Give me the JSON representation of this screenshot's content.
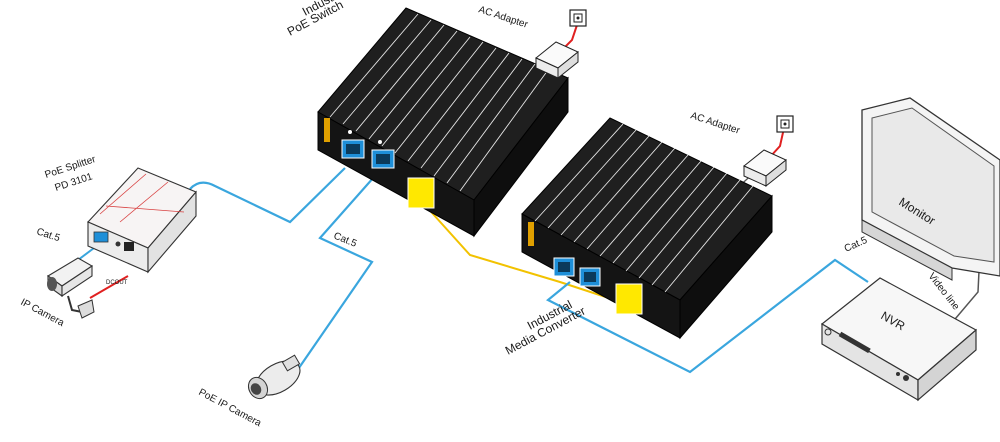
{
  "labels": {
    "switch_line1": "Industrial",
    "switch_line2": "PoE Switch",
    "adapter1": "AC Adapter",
    "adapter2": "AC Adapter",
    "splitter_line1": "PoE Splitter",
    "splitter_line2": "PD 3101",
    "cat5_left": "Cat.5",
    "cat5_mid": "Cat.5",
    "cat5_right": "Cat.5",
    "dcout": "DCOUT",
    "ip_camera": "IP Camera",
    "poe_ip_camera": "PoE IP Camera",
    "converter_line1": "Industrial",
    "converter_line2": "Media Converter",
    "monitor": "Monitor",
    "video_line": "Video line",
    "nvr": "NVR"
  },
  "colors": {
    "ethernet_cable": "#3aa6de",
    "fiber_cable": "#f2c200",
    "power_cable": "#e02020",
    "device_body": "#161616",
    "port_highlight": "#1e8fd8",
    "sfp_port": "#ffe800"
  },
  "icons": [
    "poe-switch-icon",
    "media-converter-icon",
    "ac-adapter-icon",
    "wall-outlet-icon",
    "poe-splitter-icon",
    "ip-camera-icon",
    "poe-ip-camera-icon",
    "monitor-icon",
    "nvr-icon"
  ]
}
